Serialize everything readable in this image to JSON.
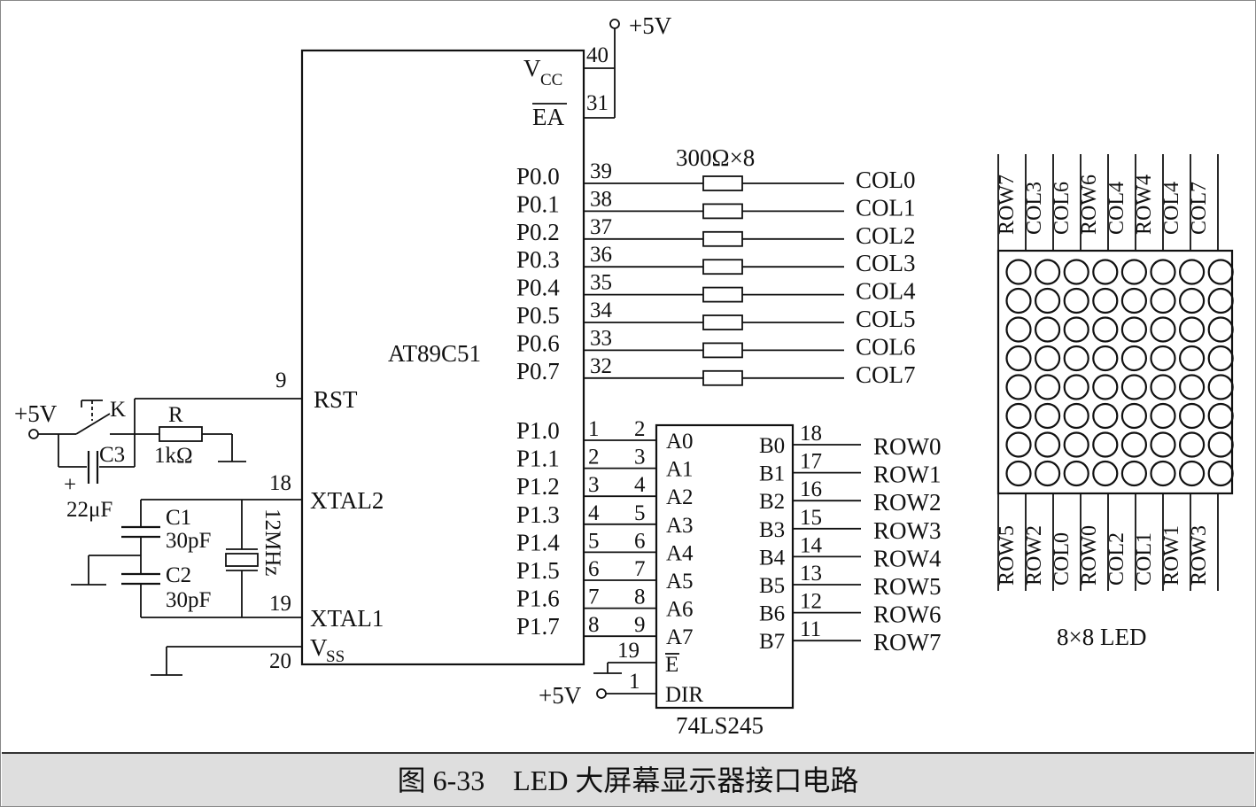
{
  "diagram": {
    "supply_top": "+5V",
    "supply_left": "+5V",
    "supply_bottom": "+5V",
    "mcu": {
      "name": "AT89C51",
      "vcc_pin": "40",
      "ea_pin": "31",
      "rst": "RST",
      "rst_pin": "9",
      "xtal2": "XTAL2",
      "xtal2_pin": "18",
      "xtal1": "XTAL1",
      "xtal1_pin": "19",
      "vss_pin": "20",
      "p0": [
        {
          "name": "P0.0",
          "pin": "39"
        },
        {
          "name": "P0.1",
          "pin": "38"
        },
        {
          "name": "P0.2",
          "pin": "37"
        },
        {
          "name": "P0.3",
          "pin": "36"
        },
        {
          "name": "P0.4",
          "pin": "35"
        },
        {
          "name": "P0.5",
          "pin": "34"
        },
        {
          "name": "P0.6",
          "pin": "33"
        },
        {
          "name": "P0.7",
          "pin": "32"
        }
      ],
      "p1": [
        {
          "name": "P1.0",
          "pin": "1"
        },
        {
          "name": "P1.1",
          "pin": "2"
        },
        {
          "name": "P1.2",
          "pin": "3"
        },
        {
          "name": "P1.3",
          "pin": "4"
        },
        {
          "name": "P1.4",
          "pin": "5"
        },
        {
          "name": "P1.5",
          "pin": "6"
        },
        {
          "name": "P1.6",
          "pin": "7"
        },
        {
          "name": "P1.7",
          "pin": "8"
        }
      ]
    },
    "resistor_array": "300Ω×8",
    "col_labels": [
      "COL0",
      "COL1",
      "COL2",
      "COL3",
      "COL4",
      "COL5",
      "COL6",
      "COL7"
    ],
    "buffer": {
      "name": "74LS245",
      "a": [
        {
          "name": "A0",
          "pin": "2"
        },
        {
          "name": "A1",
          "pin": "3"
        },
        {
          "name": "A2",
          "pin": "4"
        },
        {
          "name": "A3",
          "pin": "5"
        },
        {
          "name": "A4",
          "pin": "6"
        },
        {
          "name": "A5",
          "pin": "7"
        },
        {
          "name": "A6",
          "pin": "8"
        },
        {
          "name": "A7",
          "pin": "9"
        }
      ],
      "b": [
        {
          "name": "B0",
          "pin": "18"
        },
        {
          "name": "B1",
          "pin": "17"
        },
        {
          "name": "B2",
          "pin": "16"
        },
        {
          "name": "B3",
          "pin": "15"
        },
        {
          "name": "B4",
          "pin": "14"
        },
        {
          "name": "B5",
          "pin": "13"
        },
        {
          "name": "B6",
          "pin": "12"
        },
        {
          "name": "B7",
          "pin": "11"
        }
      ],
      "e_label": "E",
      "e_pin": "19",
      "dir_label": "DIR",
      "dir_pin": "1"
    },
    "row_labels": [
      "ROW0",
      "ROW1",
      "ROW2",
      "ROW3",
      "ROW4",
      "ROW5",
      "ROW6",
      "ROW7"
    ],
    "reset": {
      "switch": "K",
      "cap": "C3",
      "cap_value": "22μF",
      "cap_plus": "+",
      "res": "R",
      "res_value": "1kΩ"
    },
    "crystal": {
      "c1": "C1",
      "c1_value": "30pF",
      "c2": "C2",
      "c2_value": "30pF",
      "freq": "12MHz"
    },
    "matrix": {
      "label": "8×8 LED",
      "top_pins": [
        "ROW7",
        "COL3",
        "COL6",
        "ROW6",
        "COL4",
        "ROW4",
        "COL4",
        "COL7"
      ],
      "bottom_pins": [
        "ROW5",
        "ROW2",
        "COL0",
        "ROW0",
        "COL2",
        "COL1",
        "ROW1",
        "ROW3"
      ]
    }
  },
  "caption": "图 6-33　LED 大屏幕显示器接口电路"
}
